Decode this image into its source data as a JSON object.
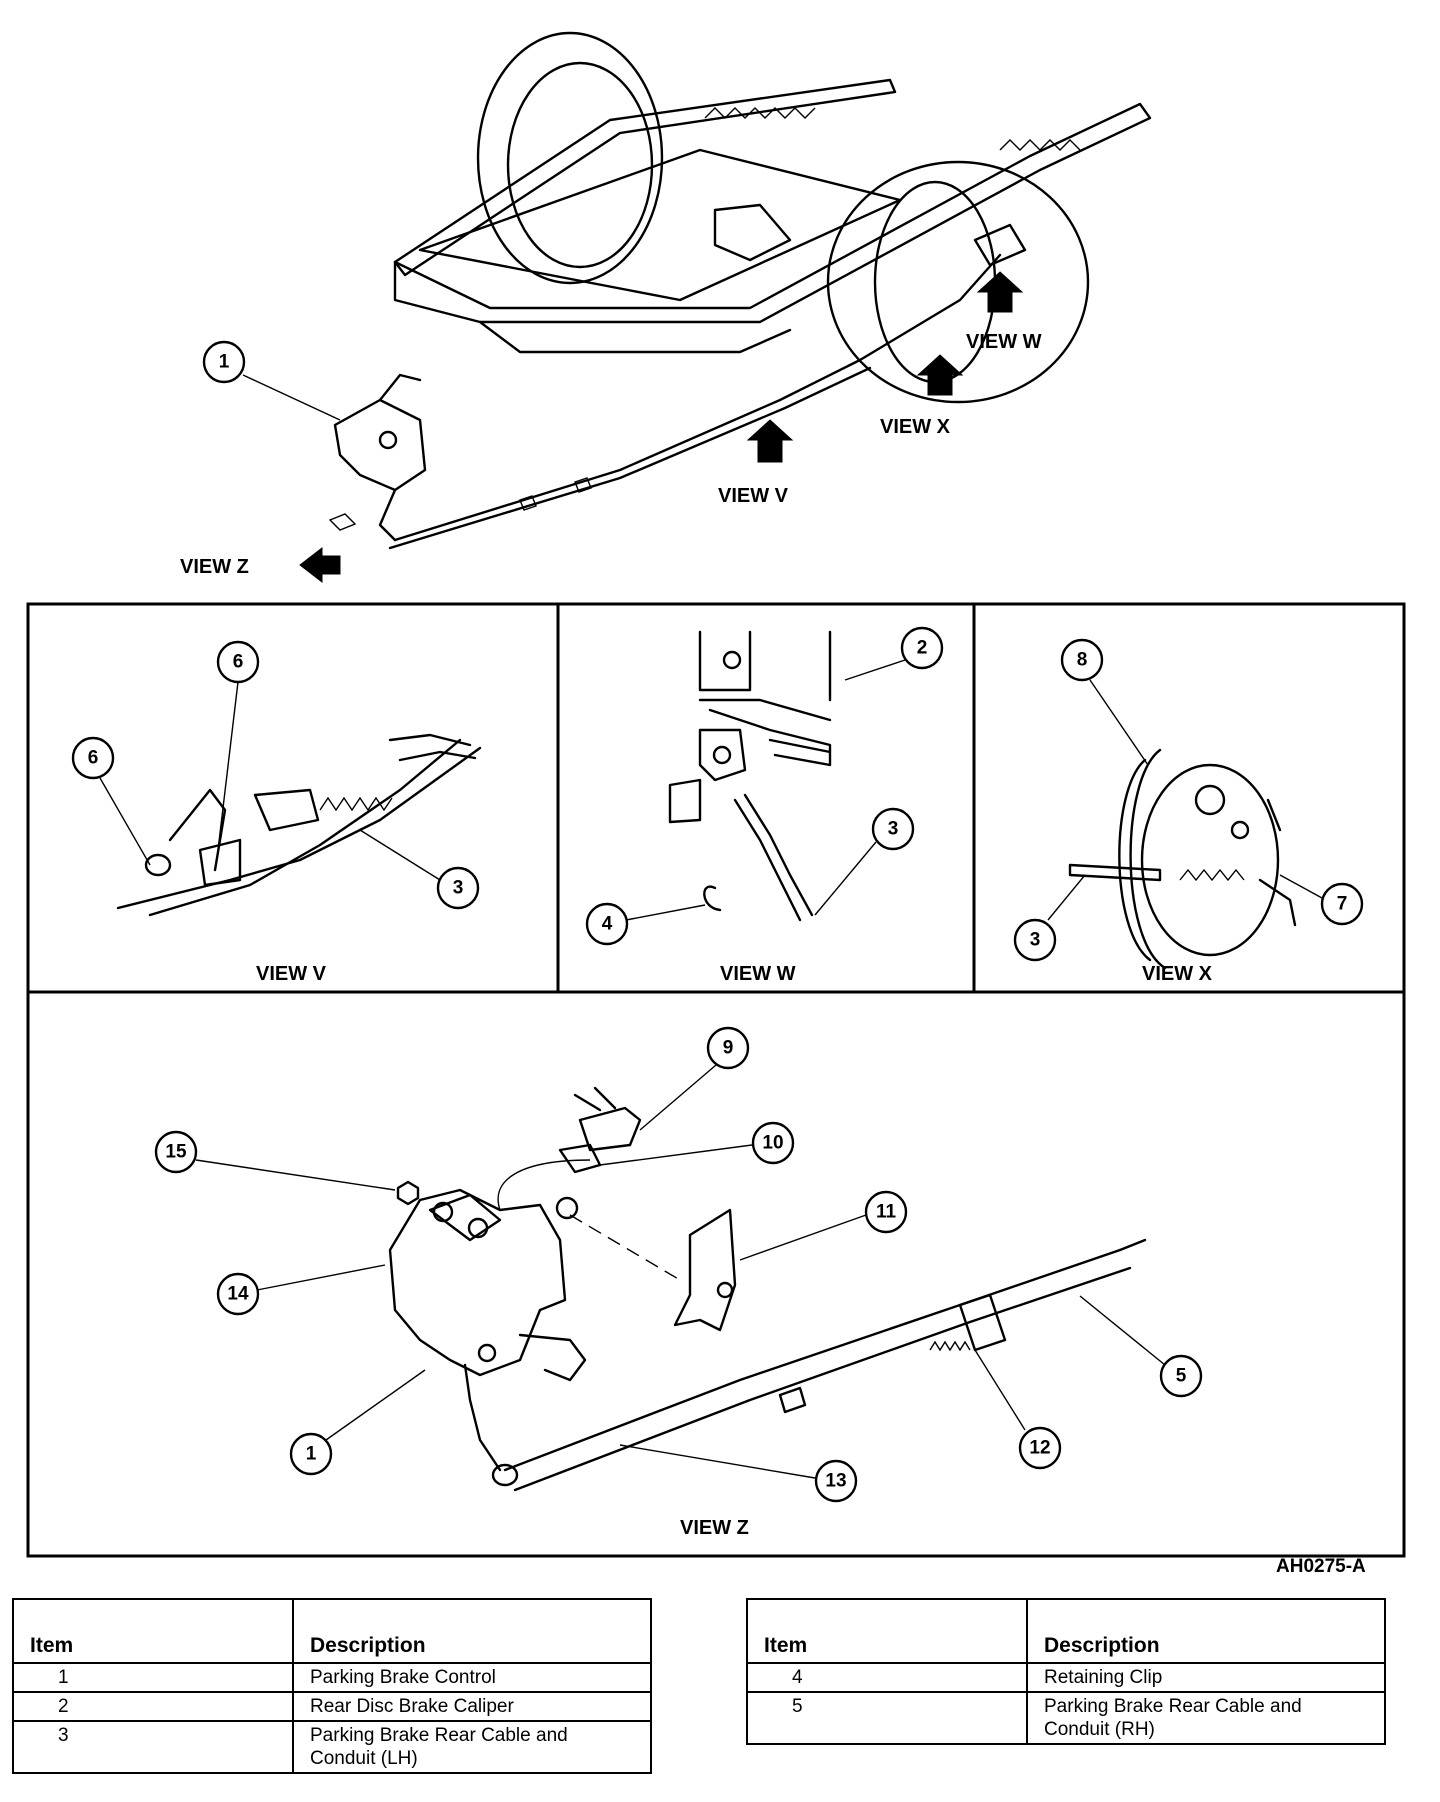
{
  "views": {
    "v": "VIEW V",
    "w": "VIEW W",
    "x": "VIEW X",
    "z": "VIEW Z"
  },
  "callouts": [
    "1",
    "2",
    "3",
    "4",
    "5",
    "6",
    "7",
    "8",
    "9",
    "10",
    "11",
    "12",
    "13",
    "14",
    "15"
  ],
  "figure_id": "AH0275-A",
  "legend_left": {
    "header_item": "Item",
    "header_desc": "Description",
    "rows": [
      {
        "item": "1",
        "desc": "Parking Brake Control"
      },
      {
        "item": "2",
        "desc": "Rear Disc Brake Caliper"
      },
      {
        "item": "3",
        "desc": "Parking Brake Rear Cable and Conduit  (LH)"
      }
    ]
  },
  "legend_right": {
    "header_item": "Item",
    "header_desc": "Description",
    "rows": [
      {
        "item": "4",
        "desc": "Retaining Clip"
      },
      {
        "item": "5",
        "desc": "Parking Brake Rear Cable and Conduit  (RH)"
      }
    ]
  }
}
